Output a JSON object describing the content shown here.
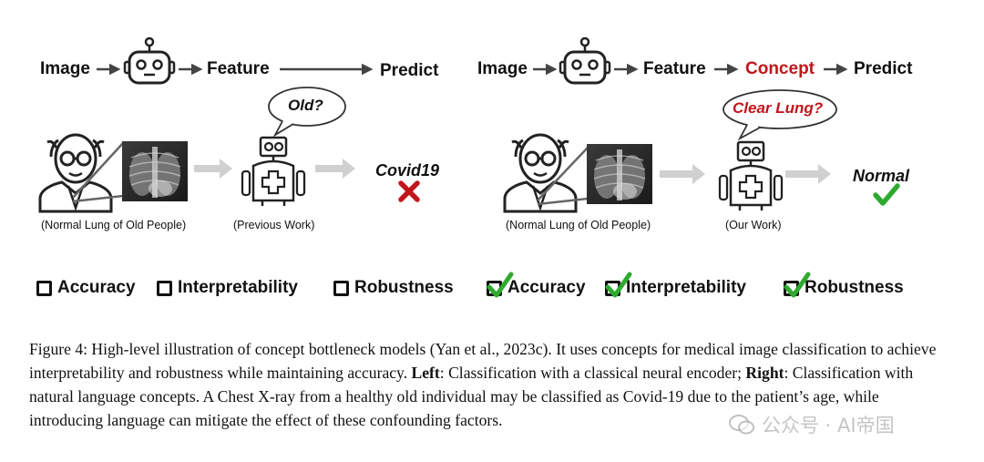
{
  "left": {
    "flow": {
      "image": "Image",
      "feature": "Feature",
      "predict": "Predict"
    },
    "bubble": "Old?",
    "patient_caption": "(Normal Lung of Old People)",
    "robot_caption": "(Previous Work)",
    "result": "Covid19",
    "metrics": [
      "Accuracy",
      "Interpretability",
      "Robustness"
    ]
  },
  "right": {
    "flow": {
      "image": "Image",
      "feature": "Feature",
      "concept": "Concept",
      "predict": "Predict"
    },
    "bubble": "Clear Lung?",
    "patient_caption": "(Normal Lung of Old People)",
    "robot_caption": "(Our Work)",
    "result": "Normal",
    "metrics": [
      "Accuracy",
      "Interpretability",
      "Robustness"
    ]
  },
  "caption": {
    "p1": "Figure 4: High-level illustration of concept bottleneck models (Yan et al., 2023c). It uses concepts for medical image classification to achieve interpretability and robustness while maintaining accuracy. ",
    "left_label": "Left",
    "p2": ": Classification with a classical neural encoder; ",
    "right_label": "Right",
    "p3": ": Classification with natural language concepts. A Chest X-ray from a healthy old individual may be classified as Covid-19 due to the patient’s age, while introducing language can mitigate the effect of these confounding factors."
  },
  "watermark": "公众号 · AI帝国",
  "colors": {
    "concept": "#c0161b",
    "cross": "#c0161b",
    "check": "#2eaa2e",
    "arrow_gray": "#d0d0d0"
  }
}
